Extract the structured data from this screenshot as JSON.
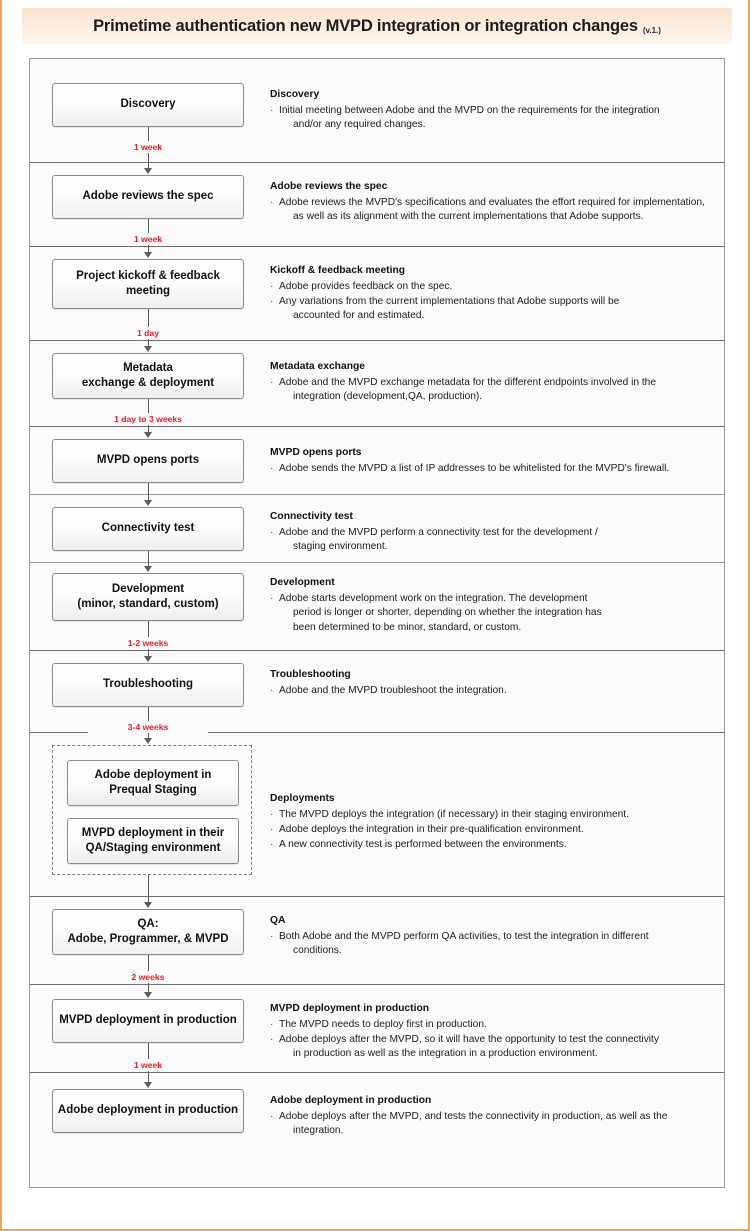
{
  "header": {
    "title": "Primetime authentication new MVPD integration or integration changes",
    "version": "(v.1.)"
  },
  "colors": {
    "frame_border": "#e8a95c",
    "header_gradient_start": "#fbe2cb",
    "header_gradient_end": "#fdf6ef",
    "duration_red": "#ee1c25",
    "box_border": "#8c8c8c",
    "divider": "#6e6e6e"
  },
  "steps": [
    {
      "id": "discovery",
      "box_label": "Discovery",
      "heading": "Discovery",
      "bullets": [
        "Initial meeting between Adobe and the MVPD on the requirements for the integration",
        "and/or any required changes."
      ],
      "duration": "1 week"
    },
    {
      "id": "adobe-reviews-spec",
      "box_label": "Adobe reviews the spec",
      "heading": "Adobe reviews the spec",
      "bullets": [
        "Adobe reviews the MVPD's specifications and evaluates the effort required for implementation,",
        "as well as its alignment with the current implementations that Adobe supports."
      ],
      "duration": "1 week"
    },
    {
      "id": "project-kickoff",
      "box_label": "Project kickoff & feedback meeting",
      "heading": "Kickoff & feedback meeting",
      "bullets": [
        "Adobe provides feedback on the spec.",
        "Any variations from the current implementations that Adobe supports will be",
        "accounted for and estimated."
      ],
      "duration": "1 day"
    },
    {
      "id": "metadata-exchange",
      "box_label": "Metadata exchange & deployment",
      "heading": "Metadata exchange",
      "bullets": [
        "Adobe and the MVPD exchange metadata for the different endpoints involved in the",
        "integration (development,QA, production)."
      ],
      "duration": "1 day to 3 weeks"
    },
    {
      "id": "mvpd-opens-ports",
      "box_label": "MVPD opens ports",
      "heading": "MVPD opens ports",
      "bullets": [
        "Adobe sends the MVPD a list of IP addresses to be whitelisted for the MVPD's firewall."
      ],
      "duration": ""
    },
    {
      "id": "connectivity-test",
      "box_label": "Connectivity test",
      "heading": "Connectivity test",
      "bullets": [
        "Adobe and the MVPD perform a connectivity test for the development /",
        "staging environment."
      ],
      "duration": ""
    },
    {
      "id": "development",
      "box_label": "Development (minor, standard, custom)",
      "heading": "Development",
      "bullets": [
        "Adobe starts development work on the integration. The development",
        "period is longer or shorter, depending on whether the integration has",
        "been determined to be minor, standard, or custom."
      ],
      "duration": "1-2 weeks"
    },
    {
      "id": "troubleshooting",
      "box_label": "Troubleshooting",
      "heading": "Troubleshooting",
      "bullets": [
        "Adobe and the MVPD troubleshoot the integration."
      ],
      "duration": "3-4 weeks"
    },
    {
      "id": "deployments",
      "box_label_a": "Adobe deployment in Prequal Staging",
      "box_label_b": "MVPD deployment in their QA/Staging environment",
      "heading": "Deployments",
      "bullets": [
        "The MVPD deploys the integration (if necessary) in their staging environment.",
        "Adobe deploys the integration in their pre-qualification environment.",
        "A new connectivity test is performed between the environments."
      ],
      "duration": ""
    },
    {
      "id": "qa",
      "box_label": "QA: Adobe, Programmer, & MVPD",
      "heading": "QA",
      "bullets": [
        "Both Adobe and the MVPD perform QA activities, to test the integration in different",
        "conditions."
      ],
      "duration": "2 weeks"
    },
    {
      "id": "mvpd-deploy-production",
      "box_label": "MVPD deployment in production",
      "heading": "MVPD deployment in production",
      "bullets": [
        "The MVPD needs to deploy first in production.",
        "Adobe deploys after the MVPD, so it will have the opportunity to test the connectivity",
        "in production as well as the integration in a production environment."
      ],
      "duration": "1 week"
    },
    {
      "id": "adobe-deploy-production",
      "box_label": "Adobe deployment in production",
      "heading": "Adobe deployment in production",
      "bullets": [
        "Adobe deploys after the MVPD, and tests the connectivity in production, as well as the",
        "integration."
      ],
      "duration": ""
    }
  ],
  "box_lines": {
    "discovery": [
      "Discovery"
    ],
    "adobe-reviews-spec": [
      "Adobe reviews the spec"
    ],
    "project-kickoff": [
      "Project kickoff & feedback",
      "meeting"
    ],
    "metadata-exchange": [
      "Metadata",
      "exchange & deployment"
    ],
    "mvpd-opens-ports": [
      "MVPD opens ports"
    ],
    "connectivity-test": [
      "Connectivity test"
    ],
    "development": [
      "Development",
      "(minor, standard, custom)"
    ],
    "troubleshooting": [
      "Troubleshooting"
    ],
    "deployments_a": [
      "Adobe deployment in",
      "Prequal Staging"
    ],
    "deployments_b": [
      "MVPD deployment in their",
      "QA/Staging environment"
    ],
    "qa": [
      "QA:",
      "Adobe, Programmer, & MVPD"
    ],
    "mvpd-deploy-production": [
      "MVPD deployment in production"
    ],
    "adobe-deploy-production": [
      "Adobe deployment in production"
    ]
  }
}
